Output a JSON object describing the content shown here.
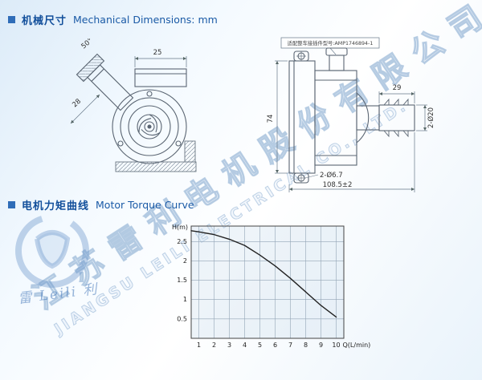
{
  "sections": {
    "mechanical": {
      "title_cn": "机械尺寸",
      "title_en": "Mechanical Dimensions: mm"
    },
    "torque": {
      "title_cn": "电机力矩曲线",
      "title_en": "Motor Torque Curve"
    }
  },
  "drawing_left": {
    "dim_top": "25",
    "dim_angle": "50°",
    "dim_side": "28"
  },
  "drawing_right": {
    "connector_label": "适配整车接插件型号:AMP1746894-1",
    "dim_height": "74",
    "dim_port": "29",
    "dim_width": "108.5±2",
    "dim_holes": "2-Ø6.7",
    "dim_ports": "2-Ø20"
  },
  "watermark": {
    "cn": "江苏雷利电机股份有限公司",
    "en": "JIANGSU LEILI ELECTRICAL CO., LTD.",
    "logo_text": "雷 Leili 利"
  },
  "chart_data": {
    "type": "line",
    "title": "",
    "xlabel": "Q(L/min)",
    "ylabel": "H(m)",
    "x": [
      0.5,
      1,
      2,
      3,
      4,
      5,
      6,
      7,
      8,
      9,
      10
    ],
    "values": [
      2.78,
      2.75,
      2.68,
      2.56,
      2.4,
      2.15,
      1.87,
      1.55,
      1.2,
      0.85,
      0.55
    ],
    "xlim": [
      0.5,
      10.5
    ],
    "ylim": [
      0,
      2.9
    ],
    "xticks": [
      1,
      2,
      3,
      4,
      5,
      6,
      7,
      8,
      9,
      10
    ],
    "yticks": [
      0.5,
      1,
      1.5,
      2,
      2.5
    ],
    "grid": true,
    "legend_position": "none"
  },
  "colors": {
    "accent_blue": "#1a5aa6",
    "bullet_blue": "#2f6db8",
    "watermark_blue": "#8fb4d6"
  }
}
